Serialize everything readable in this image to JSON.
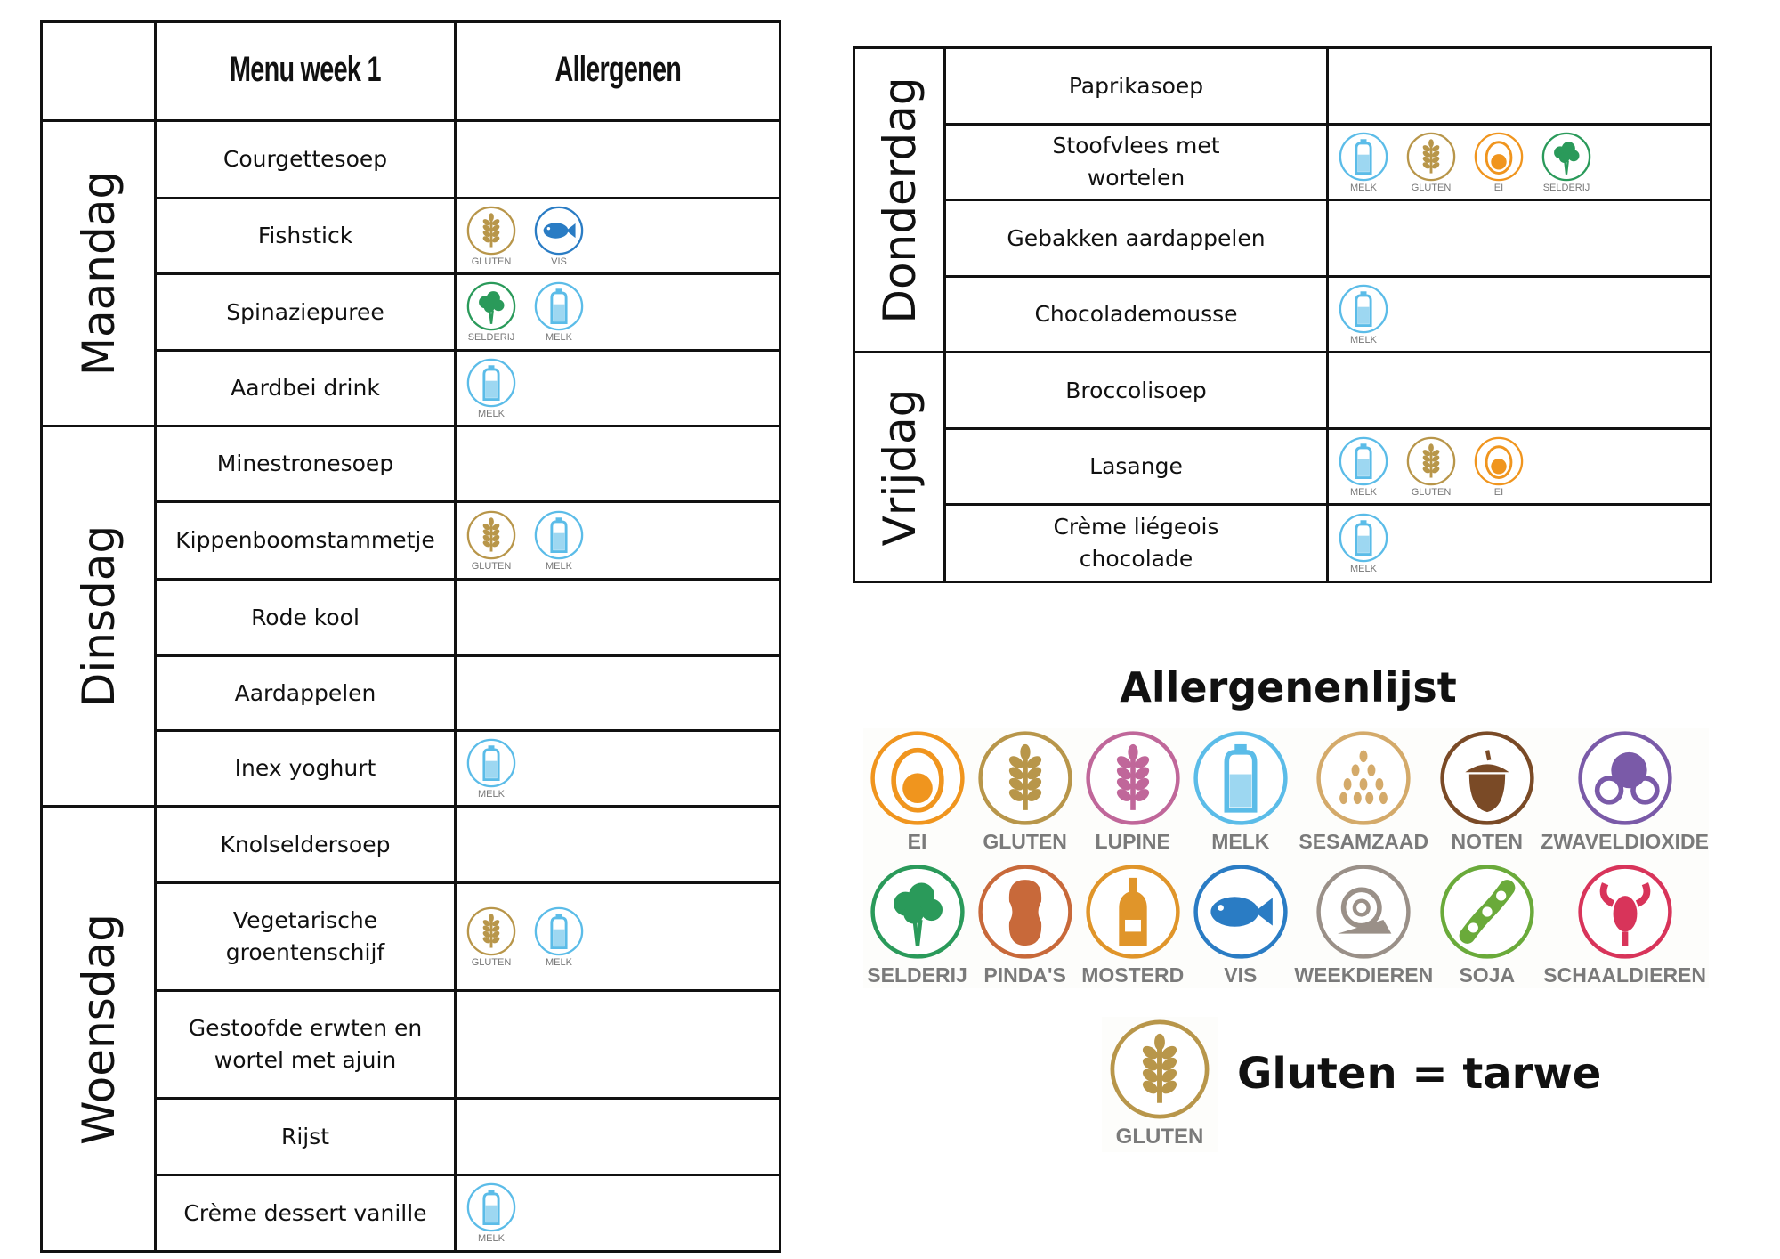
{
  "header": {
    "menu_title": "Menu week 1",
    "allergen_title": "Allergenen"
  },
  "colors": {
    "ei": "#f0951e",
    "gluten": "#b8964a",
    "lupine": "#c0679a",
    "melk": "#5bbce8",
    "sesamzaad": "#d4aa6a",
    "noten": "#7a4a26",
    "zwaveldioxide": "#7a5aa8",
    "selderij": "#2a9a5a",
    "pindas": "#c8693a",
    "mosterd": "#e0952a",
    "vis": "#2a7cc4",
    "weekdieren": "#9a9088",
    "soja": "#6aaa3a",
    "schaaldieren": "#d8345a"
  },
  "labels": {
    "ei": "EI",
    "gluten": "GLUTEN",
    "lupine": "LUPINE",
    "melk": "MELK",
    "sesamzaad": "SESAMZAAD",
    "noten": "NOTEN",
    "zwaveldioxide": "ZWAVELDIOXIDE",
    "selderij": "SELDERIJ",
    "pindas": "PINDA'S",
    "mosterd": "MOSTERD",
    "vis": "VIS",
    "weekdieren": "WEEKDIEREN",
    "soja": "SOJA",
    "schaaldieren": "SCHAALDIEREN"
  },
  "left_days": [
    {
      "day": "Maandag",
      "items": [
        {
          "dish": "Courgettesoep",
          "allergens": []
        },
        {
          "dish": "Fishstick",
          "allergens": [
            "gluten",
            "vis"
          ]
        },
        {
          "dish": "Spinaziepuree",
          "allergens": [
            "selderij",
            "melk"
          ]
        },
        {
          "dish": "Aardbei drink",
          "allergens": [
            "melk"
          ]
        }
      ]
    },
    {
      "day": "Dinsdag",
      "items": [
        {
          "dish": "Minestronesoep",
          "allergens": []
        },
        {
          "dish": "Kippenboomstammetje",
          "allergens": [
            "gluten",
            "melk"
          ]
        },
        {
          "dish": "Rode kool",
          "allergens": []
        },
        {
          "dish": "Aardappelen",
          "allergens": []
        },
        {
          "dish": "Inex yoghurt",
          "allergens": [
            "melk"
          ]
        }
      ]
    },
    {
      "day": "Woensdag",
      "items": [
        {
          "dish": "Knolseldersoep",
          "allergens": []
        },
        {
          "dish": "Vegetarische groentenschijf",
          "allergens": [
            "gluten",
            "melk"
          ]
        },
        {
          "dish": "Gestoofde erwten en wortel met ajuin",
          "allergens": []
        },
        {
          "dish": "Rijst",
          "allergens": []
        },
        {
          "dish": "Crème dessert vanille",
          "allergens": [
            "melk"
          ]
        }
      ]
    }
  ],
  "right_days": [
    {
      "day": "Donderdag",
      "items": [
        {
          "dish": "Paprikasoep",
          "allergens": []
        },
        {
          "dish": "Stoofvlees met wortelen",
          "allergens": [
            "melk",
            "gluten",
            "ei",
            "selderij"
          ]
        },
        {
          "dish": "Gebakken aardappelen",
          "allergens": []
        },
        {
          "dish": "Chocolademousse",
          "allergens": [
            "melk"
          ]
        }
      ]
    },
    {
      "day": "Vrijdag",
      "items": [
        {
          "dish": "Broccolisoep",
          "allergens": []
        },
        {
          "dish": "Lasange",
          "allergens": [
            "melk",
            "gluten",
            "ei"
          ]
        },
        {
          "dish": "Crème liégeois chocolade",
          "allergens": [
            "melk"
          ]
        }
      ]
    }
  ],
  "legend": {
    "title": "Allergenenlijst",
    "items": [
      "ei",
      "gluten",
      "lupine",
      "melk",
      "sesamzaad",
      "noten",
      "zwaveldioxide",
      "selderij",
      "pindas",
      "mosterd",
      "vis",
      "weekdieren",
      "soja",
      "schaaldieren"
    ],
    "note": "Gluten = tarwe",
    "note_icon": "gluten"
  }
}
